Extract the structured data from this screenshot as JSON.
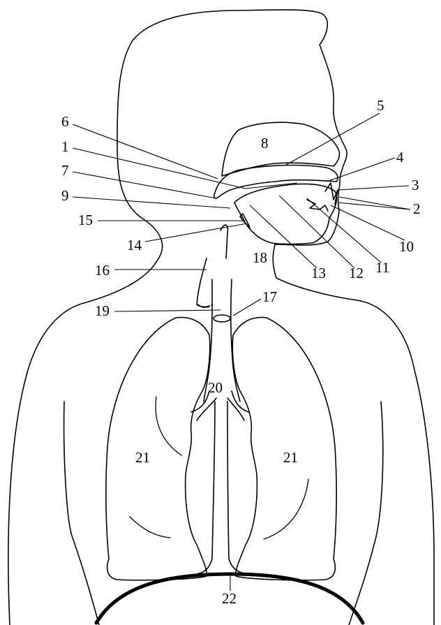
{
  "labels": {
    "n1": "1",
    "n2": "2",
    "n3": "3",
    "n4": "4",
    "n5": "5",
    "n6": "6",
    "n7": "7",
    "n8": "8",
    "n9": "9",
    "n10": "10",
    "n11": "11",
    "n12": "12",
    "n13": "13",
    "n14": "14",
    "n15": "15",
    "n16": "16",
    "n17": "17",
    "n18": "18",
    "n19": "19",
    "n20": "20",
    "n21_left": "21",
    "n21_right": "21",
    "n22": "22"
  }
}
